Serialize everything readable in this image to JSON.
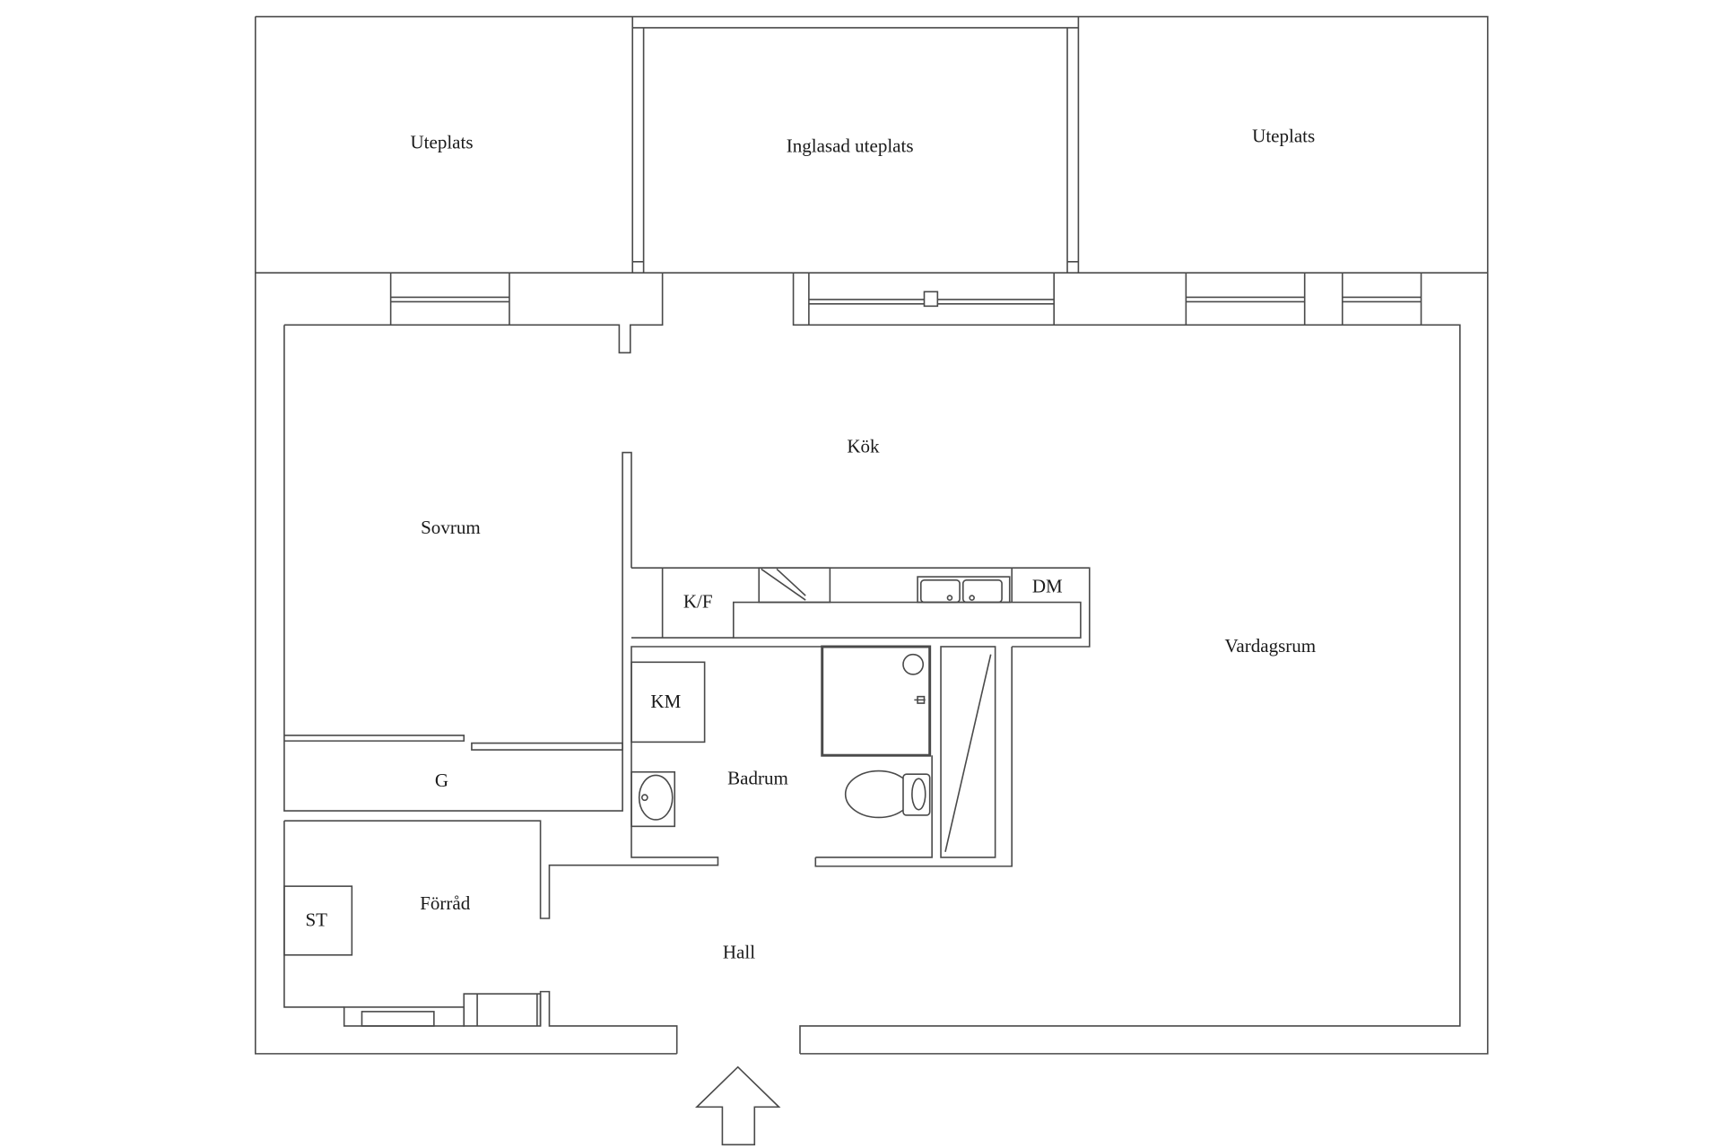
{
  "terraces": {
    "left": "Uteplats",
    "glazed": "Inglasad uteplats",
    "right": "Uteplats"
  },
  "rooms": {
    "kitchen": "Kök",
    "bedroom": "Sovrum",
    "living_room": "Vardagsrum",
    "bathroom": "Badrum",
    "hall": "Hall",
    "storage": "Förråd"
  },
  "fixtures": {
    "fridge_freezer": "K/F",
    "dishwasher": "DM",
    "washing_machine": "KM",
    "wardrobe": "G",
    "storage_cabinet": "ST"
  },
  "icons": {
    "entrance": "entrance-arrow-icon"
  },
  "colors": {
    "line": "#4a4a4a",
    "text": "#1a1a1a",
    "background": "#ffffff"
  }
}
